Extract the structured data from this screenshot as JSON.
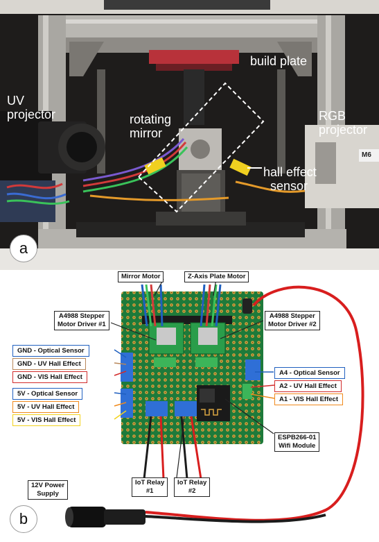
{
  "panel_a": {
    "badge": "a",
    "labels": {
      "uv_projector": [
        "UV",
        "projector"
      ],
      "build_plate": "build plate",
      "rotating_mirror": [
        "rotating",
        "mirror"
      ],
      "rgb_projector": [
        "RGB",
        "projector"
      ],
      "hall_effect_sensor": [
        "hall effect",
        "sensor"
      ]
    },
    "side_tag": "M6"
  },
  "panel_b": {
    "badge": "b",
    "callouts": {
      "mirror_motor": "Mirror Motor",
      "z_axis_motor": "Z-Axis Plate Motor",
      "driver_1": [
        "A4988 Stepper",
        "Motor Driver #1"
      ],
      "driver_2": [
        "A4988 Stepper",
        "Motor Driver #2"
      ],
      "esp": [
        "ESPB266-01",
        "Wifi Module"
      ],
      "relay_1": [
        "IoT Relay",
        "#1"
      ],
      "relay_2": [
        "IoT Relay",
        "#2"
      ],
      "power": [
        "12V Power",
        "Supply"
      ]
    },
    "left_pins": [
      {
        "label": "GND - Optical Sensor",
        "color": "#1f5fbf"
      },
      {
        "label": "GND - UV Hall Effect",
        "color": "#b8875a"
      },
      {
        "label": "GND - VIS Hall Effect",
        "color": "#d22b2b"
      },
      {
        "label": "5V - Optical Sensor",
        "color": "#1f5fbf"
      },
      {
        "label": "5V - UV Hall Effect",
        "color": "#f08a1c"
      },
      {
        "label": "5V - VIS Hall Effect",
        "color": "#f2d21b"
      }
    ],
    "right_pins": [
      {
        "label": "A4 - Optical Sensor",
        "color": "#1f5fbf"
      },
      {
        "label": "A2 - UV Hall Effect",
        "color": "#d22b2b"
      },
      {
        "label": "A1 - VIS Hall Effect",
        "color": "#f08a1c"
      }
    ]
  }
}
